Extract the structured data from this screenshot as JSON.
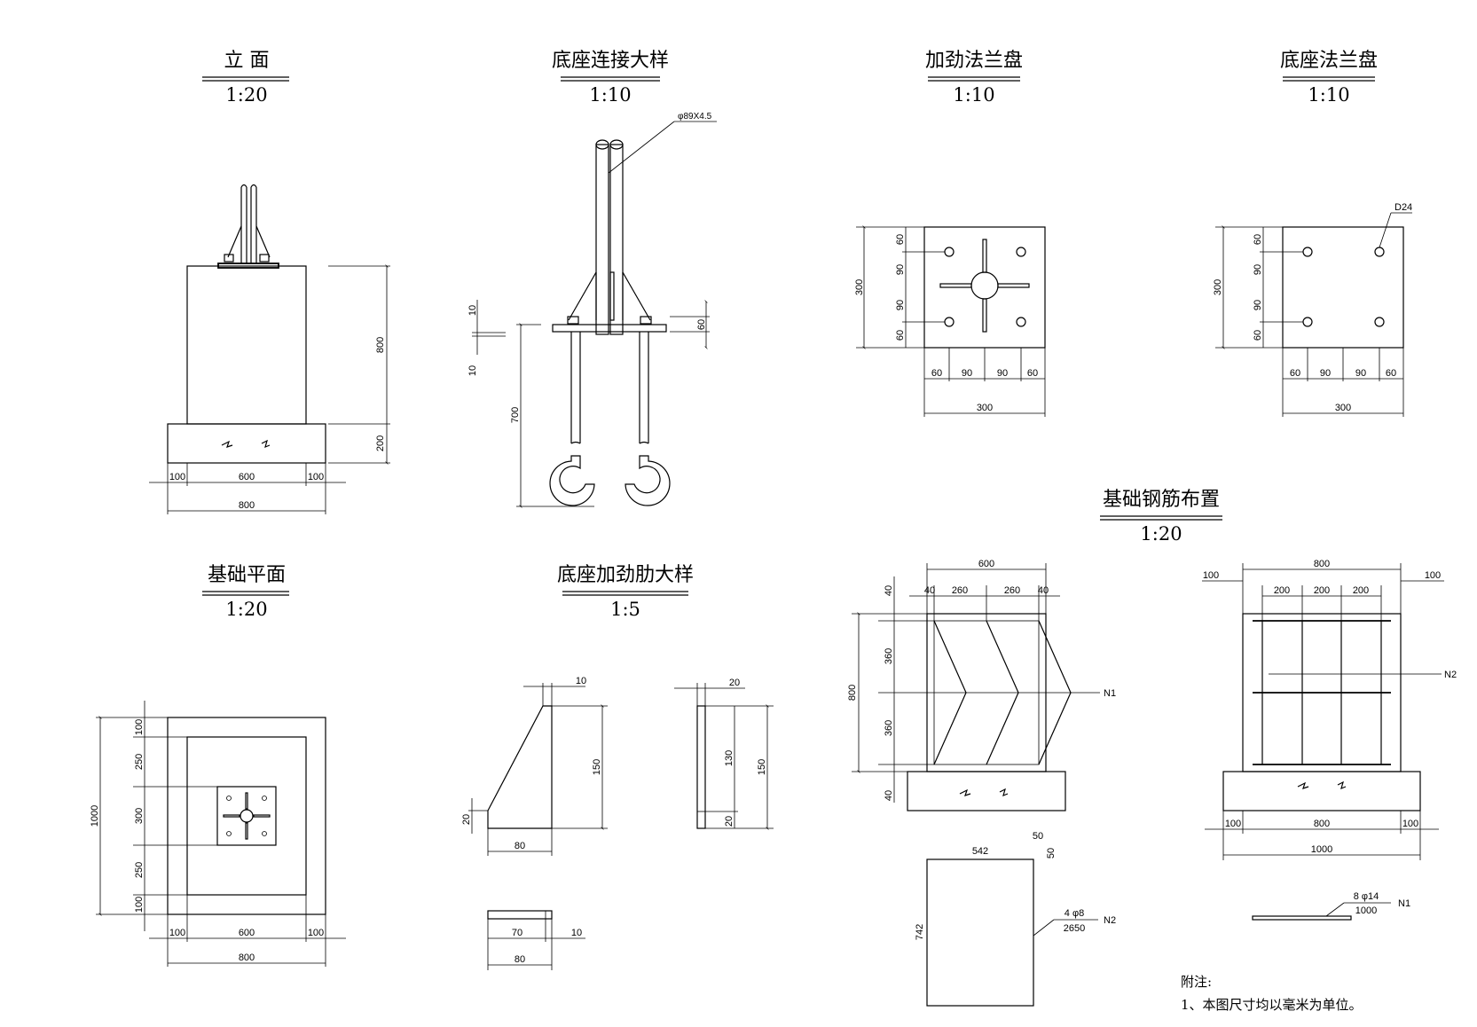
{
  "views": [
    {
      "title": "立 面",
      "scale": "1:20"
    },
    {
      "title": "底座连接大样",
      "scale": "1:10"
    },
    {
      "title": "加劲法兰盘",
      "scale": "1:10"
    },
    {
      "title": "底座法兰盘",
      "scale": "1:10"
    },
    {
      "title": "基础平面",
      "scale": "1:20"
    },
    {
      "title": "底座加劲肋大样",
      "scale": "1:5"
    },
    {
      "title": "基础钢筋布置",
      "scale": "1:20"
    }
  ],
  "elevation": {
    "dims": [
      "800",
      "200",
      "100",
      "600",
      "100",
      "800"
    ]
  },
  "connection": {
    "pipe_label": "φ89X4.5",
    "dims": [
      "10",
      "10",
      "60",
      "700"
    ]
  },
  "stiff_flange": {
    "dims": [
      "60",
      "90",
      "90",
      "60",
      "300",
      "60",
      "90",
      "90",
      "60",
      "300"
    ]
  },
  "base_flange": {
    "hole_label": "D24",
    "dims": [
      "60",
      "90",
      "90",
      "60",
      "300",
      "60",
      "90",
      "90",
      "60",
      "300"
    ]
  },
  "foundation_plan": {
    "dims": [
      "100",
      "250",
      "300",
      "250",
      "100",
      "1000",
      "100",
      "600",
      "100",
      "800"
    ]
  },
  "rib": {
    "dims": [
      "10",
      "150",
      "20",
      "80",
      "20",
      "130",
      "20",
      "150",
      "70",
      "10",
      "80"
    ]
  },
  "rebar": {
    "left_dims": [
      "600",
      "40",
      "260",
      "260",
      "40",
      "40",
      "360",
      "360",
      "40",
      "800"
    ],
    "n1_label": "N1",
    "right_dims": [
      "800",
      "100",
      "200",
      "200",
      "200",
      "100",
      "100",
      "800",
      "100",
      "1000"
    ],
    "n2_label": "N2",
    "stirrup": {
      "w": "542",
      "h": "742",
      "c1": "50",
      "c2": "50",
      "spec": "4 φ8",
      "len": "2650",
      "tag": "N2"
    },
    "bar": {
      "spec": "8 φ14",
      "len": "1000",
      "tag": "N1"
    }
  },
  "notes": {
    "title": "附注:",
    "line1": "1、本图尺寸均以毫米为单位。"
  }
}
